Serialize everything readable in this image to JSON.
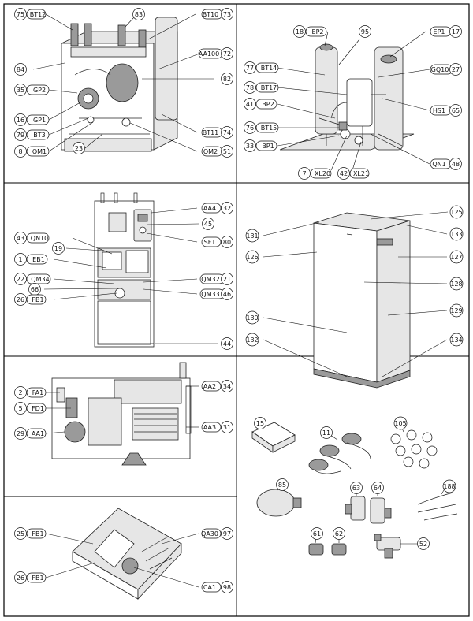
{
  "callouts": [
    {
      "id": "c-75-bt12",
      "num": "75",
      "code": "BT12"
    },
    {
      "id": "c-84",
      "num": "84",
      "code": ""
    },
    {
      "id": "c-35-gp2",
      "num": "35",
      "code": "GP2"
    },
    {
      "id": "c-16-gp1",
      "num": "16",
      "code": "GP1"
    },
    {
      "id": "c-79-bt3",
      "num": "79",
      "code": "BT3"
    },
    {
      "id": "c-8-qm1",
      "num": "8",
      "code": "QM1"
    },
    {
      "id": "c-23",
      "num": "23",
      "code": ""
    },
    {
      "id": "c-83",
      "num": "83",
      "code": ""
    },
    {
      "id": "c-73-bt10",
      "num": "73",
      "code": "BT10"
    },
    {
      "id": "c-72-aa100",
      "num": "72",
      "code": "AA100"
    },
    {
      "id": "c-82",
      "num": "82",
      "code": ""
    },
    {
      "id": "c-74-bt11",
      "num": "74",
      "code": "BT11"
    },
    {
      "id": "c-51-qm2",
      "num": "51",
      "code": "QM2"
    },
    {
      "id": "c-18-ep2",
      "num": "18",
      "code": "EP2"
    },
    {
      "id": "c-95",
      "num": "95",
      "code": ""
    },
    {
      "id": "c-17-ep1",
      "num": "17",
      "code": "EP1"
    },
    {
      "id": "c-77-bt14",
      "num": "77",
      "code": "BT14"
    },
    {
      "id": "c-78-bt17",
      "num": "78",
      "code": "BT17"
    },
    {
      "id": "c-41-bp2",
      "num": "41",
      "code": "BP2"
    },
    {
      "id": "c-76-bt15",
      "num": "76",
      "code": "BT15"
    },
    {
      "id": "c-33-bp1",
      "num": "33",
      "code": "BP1"
    },
    {
      "id": "c-27-gq10",
      "num": "27",
      "code": "GQ10"
    },
    {
      "id": "c-65-hs1",
      "num": "65",
      "code": "HS1"
    },
    {
      "id": "c-48-qn1",
      "num": "48",
      "code": "QN1"
    },
    {
      "id": "c-7-xl20",
      "num": "7",
      "code": "XL20"
    },
    {
      "id": "c-42-xl21",
      "num": "42",
      "code": "XL21"
    },
    {
      "id": "c-32-aa4",
      "num": "32",
      "code": "AA4"
    },
    {
      "id": "c-45",
      "num": "45",
      "code": ""
    },
    {
      "id": "c-80-sf1",
      "num": "80",
      "code": "SF1"
    },
    {
      "id": "c-43-qn10",
      "num": "43",
      "code": "QN10"
    },
    {
      "id": "c-19",
      "num": "19",
      "code": ""
    },
    {
      "id": "c-1-eb1",
      "num": "1",
      "code": "EB1"
    },
    {
      "id": "c-22-qm34",
      "num": "22",
      "code": "QM34"
    },
    {
      "id": "c-66",
      "num": "66",
      "code": ""
    },
    {
      "id": "c-26-fb1-a",
      "num": "26",
      "code": "FB1"
    },
    {
      "id": "c-21-qm32",
      "num": "21",
      "code": "QM32"
    },
    {
      "id": "c-46-qm33",
      "num": "46",
      "code": "QM33"
    },
    {
      "id": "c-44",
      "num": "44",
      "code": ""
    },
    {
      "id": "c-125",
      "num": "125",
      "code": ""
    },
    {
      "id": "c-131",
      "num": "131",
      "code": ""
    },
    {
      "id": "c-133",
      "num": "133",
      "code": ""
    },
    {
      "id": "c-126",
      "num": "126",
      "code": ""
    },
    {
      "id": "c-127",
      "num": "127",
      "code": ""
    },
    {
      "id": "c-128",
      "num": "128",
      "code": ""
    },
    {
      "id": "c-129",
      "num": "129",
      "code": ""
    },
    {
      "id": "c-130",
      "num": "130",
      "code": ""
    },
    {
      "id": "c-132",
      "num": "132",
      "code": ""
    },
    {
      "id": "c-134",
      "num": "134",
      "code": ""
    },
    {
      "id": "c-2-fa1",
      "num": "2",
      "code": "FA1"
    },
    {
      "id": "c-5-fd1",
      "num": "5",
      "code": "FD1"
    },
    {
      "id": "c-29-aa1",
      "num": "29",
      "code": "AA1"
    },
    {
      "id": "c-34-aa2",
      "num": "34",
      "code": "AA2"
    },
    {
      "id": "c-31-aa3",
      "num": "31",
      "code": "AA3"
    },
    {
      "id": "c-15",
      "num": "15",
      "code": ""
    },
    {
      "id": "c-11",
      "num": "11",
      "code": ""
    },
    {
      "id": "c-105",
      "num": "105",
      "code": ""
    },
    {
      "id": "c-85",
      "num": "85",
      "code": ""
    },
    {
      "id": "c-63",
      "num": "63",
      "code": ""
    },
    {
      "id": "c-64",
      "num": "64",
      "code": ""
    },
    {
      "id": "c-188",
      "num": "188",
      "code": ""
    },
    {
      "id": "c-61",
      "num": "61",
      "code": ""
    },
    {
      "id": "c-62",
      "num": "62",
      "code": ""
    },
    {
      "id": "c-52",
      "num": "52",
      "code": ""
    },
    {
      "id": "c-25-fb1",
      "num": "25",
      "code": "FB1"
    },
    {
      "id": "c-26-fb1-b",
      "num": "26",
      "code": "FB1"
    },
    {
      "id": "c-97-qa30",
      "num": "97",
      "code": "QA30"
    },
    {
      "id": "c-98-ca1",
      "num": "98",
      "code": "CA1"
    }
  ]
}
